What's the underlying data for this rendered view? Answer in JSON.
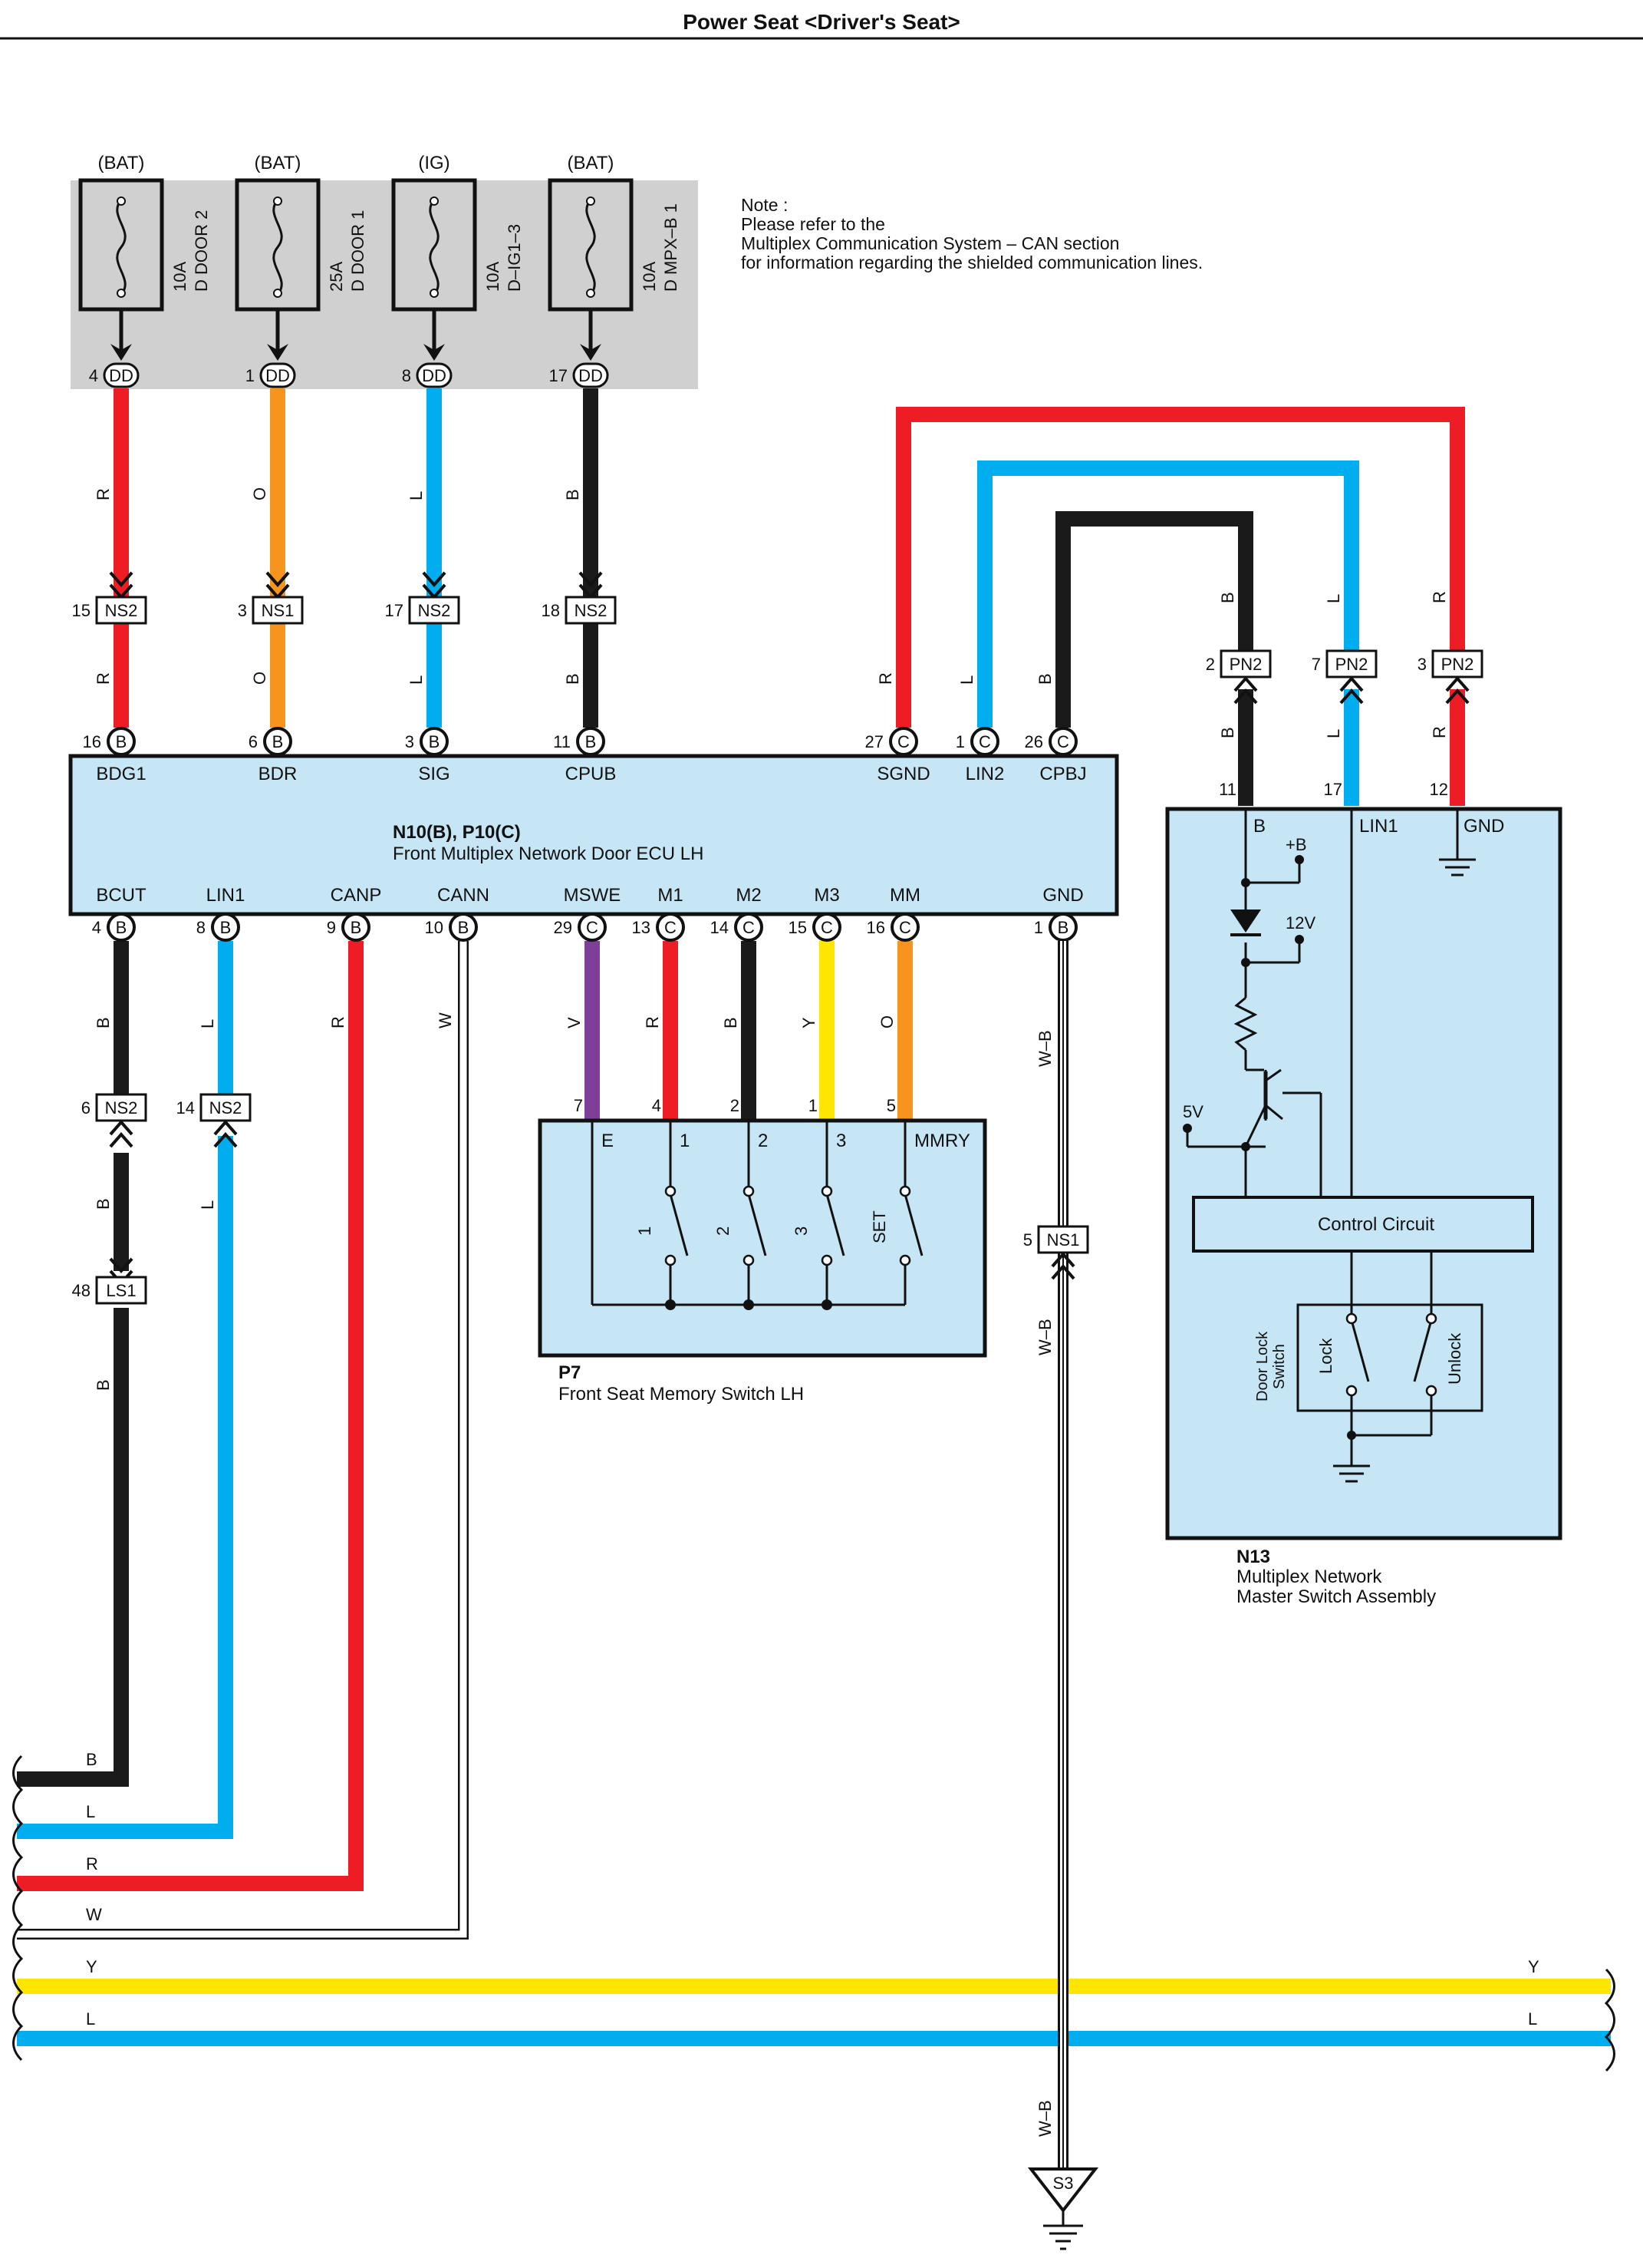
{
  "title": "Power Seat <Driver's Seat>",
  "note": {
    "lines": [
      "Note :",
      "Please refer to the",
      "Multiplex Communication System – CAN section",
      "for information regarding the shielded communication lines."
    ]
  },
  "colors": {
    "R": "#ee1c25",
    "O": "#f7941d",
    "L": "#00aeef",
    "B": "#1a1a1a",
    "Y": "#ffe600",
    "V": "#7f3f98",
    "W": "#ffffff",
    "box_fill": "#c6e6f6",
    "fuse_panel": "#d0d0d0"
  },
  "fuses": [
    {
      "source": "(BAT)",
      "rating": "10A",
      "name": "D DOOR 2",
      "pin": "4",
      "conn": "DD"
    },
    {
      "source": "(BAT)",
      "rating": "25A",
      "name": "D DOOR 1",
      "pin": "1",
      "conn": "DD"
    },
    {
      "source": "(IG)",
      "rating": "10A",
      "name": "D–IG1–3",
      "pin": "8",
      "conn": "DD"
    },
    {
      "source": "(BAT)",
      "rating": "10A",
      "name": "D MPX–B 1",
      "pin": "17",
      "conn": "DD"
    }
  ],
  "ecu": {
    "ref": "N10(B), P10(C)",
    "name": "Front Multiplex Network Door ECU LH",
    "top_terminals": [
      {
        "pin": "16",
        "conn": "B",
        "label": "BDG1"
      },
      {
        "pin": "6",
        "conn": "B",
        "label": "BDR"
      },
      {
        "pin": "3",
        "conn": "B",
        "label": "SIG"
      },
      {
        "pin": "11",
        "conn": "B",
        "label": "CPUB"
      },
      {
        "pin": "27",
        "conn": "C",
        "label": "SGND"
      },
      {
        "pin": "1",
        "conn": "C",
        "label": "LIN2"
      },
      {
        "pin": "26",
        "conn": "C",
        "label": "CPBJ"
      }
    ],
    "bottom_terminals": [
      {
        "pin": "4",
        "conn": "B",
        "label": "BCUT"
      },
      {
        "pin": "8",
        "conn": "B",
        "label": "LIN1"
      },
      {
        "pin": "9",
        "conn": "B",
        "label": "CANP"
      },
      {
        "pin": "10",
        "conn": "B",
        "label": "CANN"
      },
      {
        "pin": "29",
        "conn": "C",
        "label": "MSWE"
      },
      {
        "pin": "13",
        "conn": "C",
        "label": "M1"
      },
      {
        "pin": "14",
        "conn": "C",
        "label": "M2"
      },
      {
        "pin": "15",
        "conn": "C",
        "label": "M3"
      },
      {
        "pin": "16",
        "conn": "C",
        "label": "MM"
      },
      {
        "pin": "1",
        "conn": "B",
        "label": "GND"
      }
    ]
  },
  "upper_wire_colors": [
    "R",
    "O",
    "L",
    "B"
  ],
  "upper_connectors": [
    {
      "pin": "15",
      "name": "NS2"
    },
    {
      "pin": "3",
      "name": "NS1"
    },
    {
      "pin": "17",
      "name": "NS2"
    },
    {
      "pin": "18",
      "name": "NS2"
    }
  ],
  "pn2_connectors": [
    {
      "pin": "2",
      "name": "PN2",
      "color": "B"
    },
    {
      "pin": "7",
      "name": "PN2",
      "color": "L"
    },
    {
      "pin": "3",
      "name": "PN2",
      "color": "R"
    }
  ],
  "lower_wire_colors": [
    "B",
    "L",
    "R",
    "W",
    "V",
    "R",
    "B",
    "Y",
    "O",
    "W–B"
  ],
  "lower_connectors": [
    {
      "pin": "6",
      "name": "NS2"
    },
    {
      "pin": "14",
      "name": "NS2"
    },
    {
      "pin": "48",
      "name": "LS1"
    },
    {
      "pin": "5",
      "name": "NS1"
    }
  ],
  "memory_switch": {
    "ref": "P7",
    "name": "Front Seat Memory Switch LH",
    "pins": [
      "7",
      "4",
      "2",
      "1",
      "5"
    ],
    "terminals": [
      "E",
      "1",
      "2",
      "3",
      "MMRY"
    ],
    "switch_labels": [
      "1",
      "2",
      "3",
      "SET"
    ]
  },
  "master_switch": {
    "ref": "N13",
    "name_line1": "Multiplex Network",
    "name_line2": "Master Switch Assembly",
    "pins": [
      "11",
      "17",
      "12"
    ],
    "terminals": [
      "B",
      "LIN1",
      "GND"
    ],
    "plus_b": "+B",
    "v12": "12V",
    "v5": "5V",
    "control_circuit": "Control Circuit",
    "door_lock_line1": "Door Lock",
    "door_lock_line2": "Switch",
    "lock": "Lock",
    "unlock": "Unlock"
  },
  "bus_labels": [
    "B",
    "L",
    "R",
    "W",
    "Y",
    "L",
    "Y",
    "L"
  ],
  "ground": {
    "name": "S3"
  }
}
